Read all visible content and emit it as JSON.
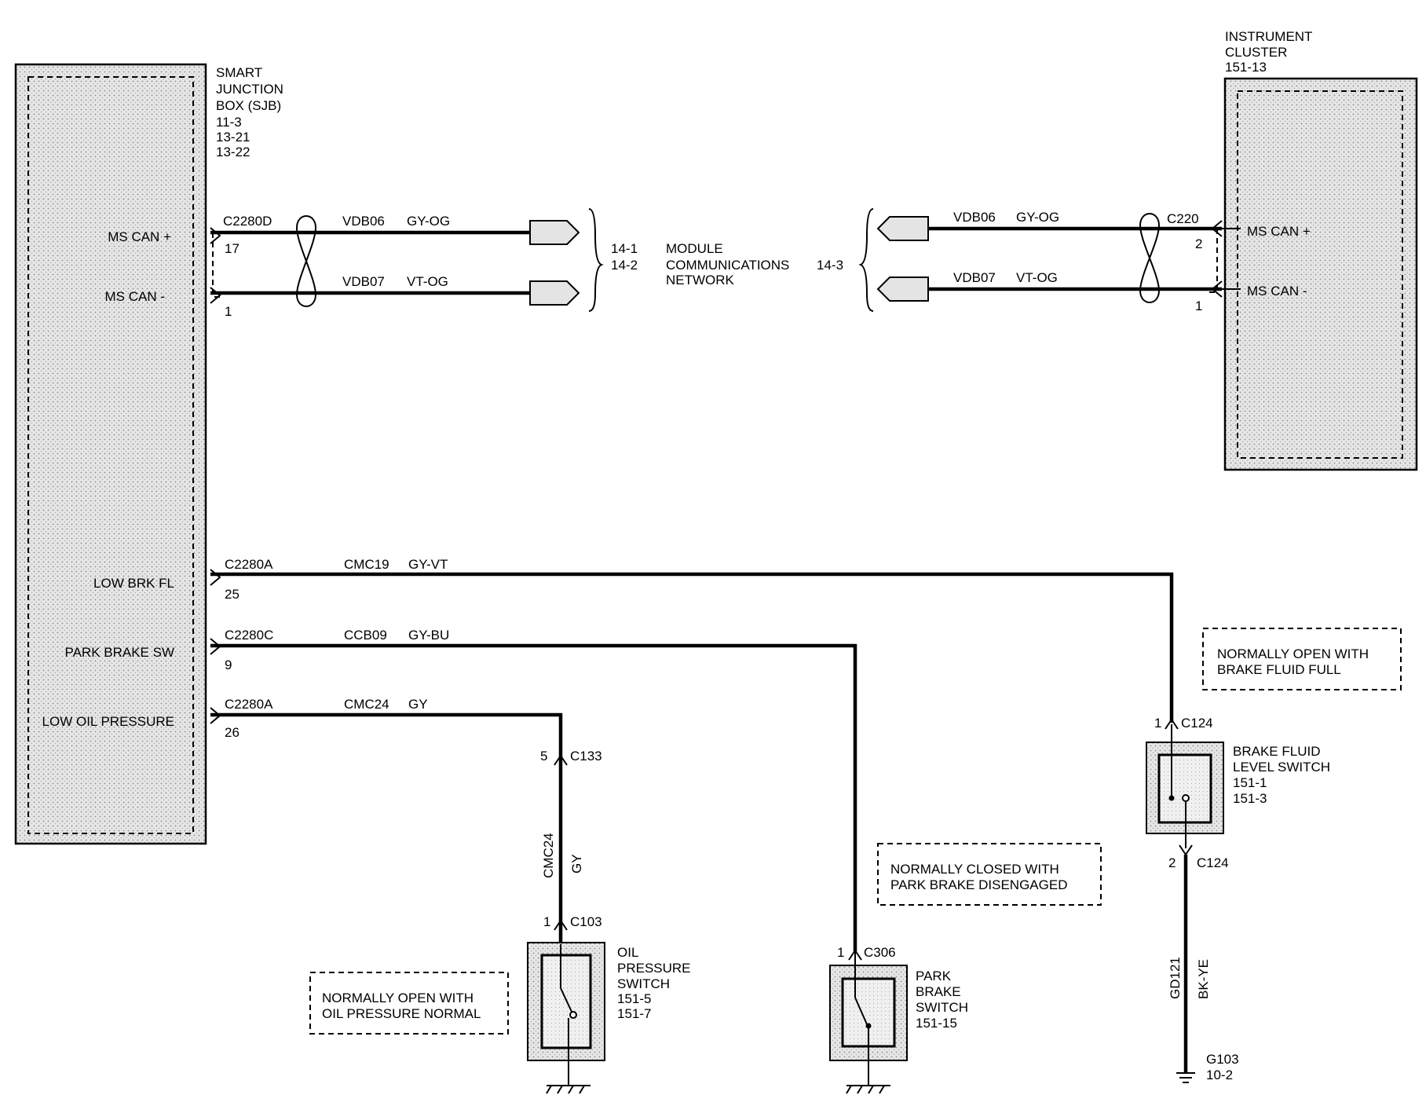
{
  "modules": {
    "sjb": {
      "lines": [
        "SMART",
        "JUNCTION",
        "BOX (SJB)",
        "11-3",
        "13-21",
        "13-22"
      ]
    },
    "cluster": {
      "lines": [
        "INSTRUMENT",
        "CLUSTER",
        "151-13"
      ]
    }
  },
  "sjb_pins": {
    "ms_can_plus": "MS CAN +",
    "ms_can_minus": "MS CAN -",
    "low_brk_fl": "LOW BRK FL",
    "park_brake_sw": "PARK BRAKE SW",
    "low_oil_pressure": "LOW OIL PRESSURE"
  },
  "cluster_pins": {
    "ms_can_plus": "MS CAN +",
    "ms_can_minus": "MS CAN -"
  },
  "network": {
    "left_refs": [
      "14-1",
      "14-2"
    ],
    "label": [
      "MODULE",
      "COMMUNICATIONS",
      "NETWORK"
    ],
    "right_ref": "14-3"
  },
  "circuits": {
    "can_plus_left": {
      "connector": "C2280D",
      "pin": "17",
      "circuit": "VDB06",
      "color": "GY-OG"
    },
    "can_minus_left": {
      "pin": "1",
      "circuit": "VDB07",
      "color": "VT-OG"
    },
    "can_plus_right": {
      "connector": "C220",
      "pin": "2",
      "circuit": "VDB06",
      "color": "GY-OG"
    },
    "can_minus_right": {
      "pin": "1",
      "circuit": "VDB07",
      "color": "VT-OG"
    },
    "low_brk": {
      "connector": "C2280A",
      "pin": "25",
      "circuit": "CMC19",
      "color": "GY-VT"
    },
    "park_brake": {
      "connector": "C2280C",
      "pin": "9",
      "circuit": "CCB09",
      "color": "GY-BU"
    },
    "low_oil": {
      "connector": "C2280A",
      "pin": "26",
      "circuit": "CMC24",
      "color": "GY"
    },
    "oil_vertical": {
      "circuit": "CMC24",
      "color": "GY"
    },
    "ground_wire": {
      "circuit": "GD121",
      "color": "BK-YE"
    }
  },
  "connectors": {
    "c133": {
      "pin": "5",
      "name": "C133"
    },
    "c103": {
      "pin": "1",
      "name": "C103"
    },
    "c306": {
      "pin": "1",
      "name": "C306"
    },
    "c124_top": {
      "pin": "1",
      "name": "C124"
    },
    "c124_bottom": {
      "pin": "2",
      "name": "C124"
    }
  },
  "components": {
    "oil_switch": {
      "lines": [
        "OIL",
        "PRESSURE",
        "SWITCH",
        "151-5",
        "151-7"
      ]
    },
    "park_switch": {
      "lines": [
        "PARK",
        "BRAKE",
        "SWITCH",
        "151-15"
      ]
    },
    "brake_fluid_switch": {
      "lines": [
        "BRAKE FLUID",
        "LEVEL SWITCH",
        "151-1",
        "151-3"
      ]
    }
  },
  "ground": {
    "name": "G103",
    "ref": "10-2"
  },
  "notes": {
    "brake_fluid": [
      "NORMALLY OPEN WITH",
      "BRAKE FLUID FULL"
    ],
    "park_brake": [
      "NORMALLY CLOSED WITH",
      "PARK BRAKE DISENGAGED"
    ],
    "oil_pressure": [
      "NORMALLY OPEN WITH",
      "OIL PRESSURE NORMAL"
    ]
  }
}
